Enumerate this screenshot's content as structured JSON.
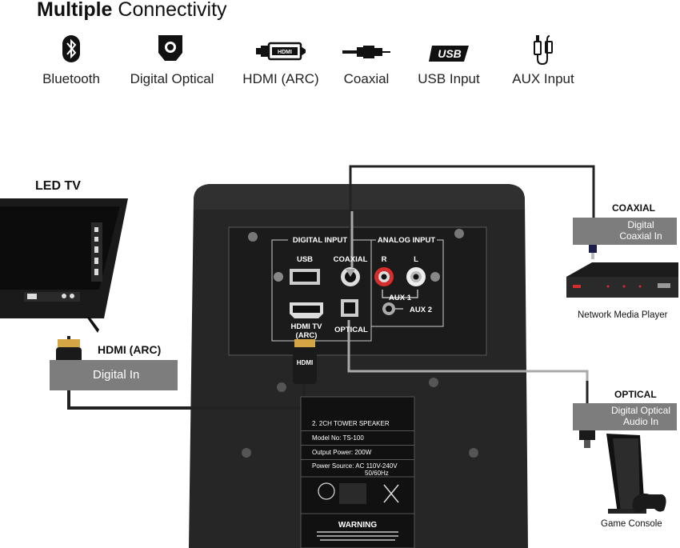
{
  "header": {
    "title_bold": "Multiple",
    "title_rest": "Connectivity"
  },
  "connectivity": [
    {
      "label": "Bluetooth",
      "icon": "bluetooth-icon"
    },
    {
      "label": "Digital Optical",
      "icon": "optical-port-icon"
    },
    {
      "label": "HDMI (ARC)",
      "icon": "hdmi-cable-icon"
    },
    {
      "label": "Coaxial",
      "icon": "coaxial-cable-icon"
    },
    {
      "label": "USB Input",
      "icon": "usb-icon"
    },
    {
      "label": "AUX Input",
      "icon": "aux-plug-icon"
    }
  ],
  "diagram": {
    "tv_label": "LED TV",
    "hdmi_title": "HDMI (ARC)",
    "hdmi_tag": "Digital In",
    "coaxial_title": "COAXIAL",
    "coaxial_tag_line1": "Digital",
    "coaxial_tag_line2": "Coaxial In",
    "network_label": "Network Media Player",
    "optical_title": "OPTICAL",
    "optical_tag_line1": "Digital Optical",
    "optical_tag_line2": "Audio In",
    "console_label": "Game Console",
    "hdmi_plug_text": "HDMI"
  },
  "panel": {
    "digital_input": "DIGITAL INPUT",
    "analog_input": "ANALOG INPUT",
    "usb": "USB",
    "coaxial": "COAXIAL",
    "r": "R",
    "l": "L",
    "aux1": "AUX 1",
    "aux2": "AUX 2",
    "hdmi_tv_line1": "HDMI TV",
    "hdmi_tv_line2": "(ARC)",
    "optical": "OPTICAL"
  },
  "sticker": {
    "title": "2. 2CH TOWER SPEAKER",
    "model": "Model No:  TS-100",
    "power": "Output Power:  200W",
    "source_line1": "Power Source:  AC 110V-240V",
    "source_line2": "50/60Hz",
    "warning": "WARNING"
  },
  "colors": {
    "speaker_body": "#262626",
    "panel": "#1b1b1b",
    "tag_gray": "#7d7d7d",
    "cable": "#222222",
    "cable_gray": "#9a9a9a",
    "hdmi_gold": "#d4a545",
    "coax_blue": "#2b2f6e"
  }
}
